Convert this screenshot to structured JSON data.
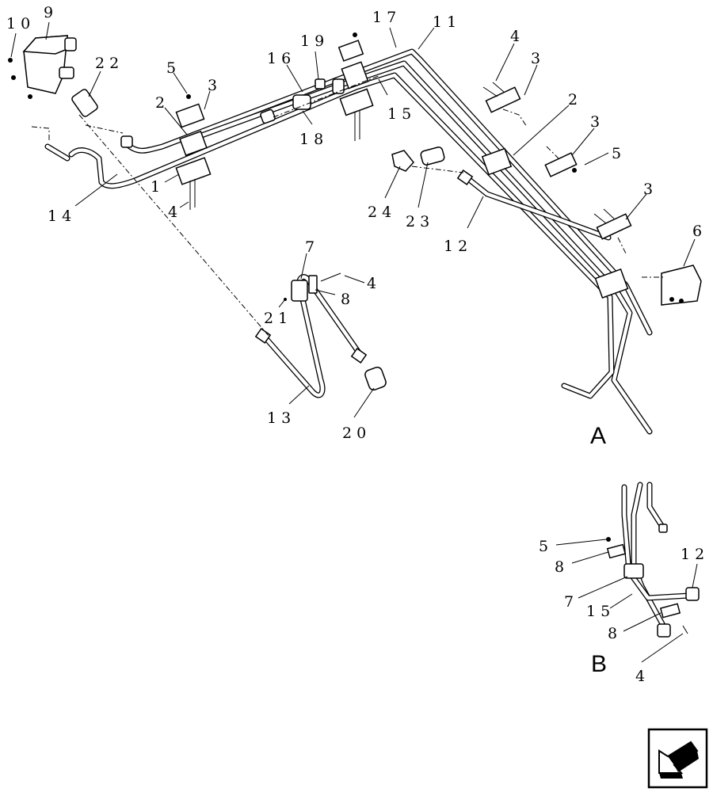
{
  "labels": {
    "p10": "10",
    "p9": "9",
    "p22": "22",
    "p5a": "5",
    "p3a": "3",
    "p2a": "2",
    "p16": "16",
    "p19": "19",
    "p17": "17",
    "p11": "11",
    "p4a": "4",
    "p3b": "3",
    "p15a": "15",
    "p18": "18",
    "p2b": "2",
    "p3c": "3",
    "p5b": "5",
    "p1": "1",
    "p4b": "4",
    "p14": "14",
    "p24": "24",
    "p23": "23",
    "p3d": "3",
    "p12a": "12",
    "p6": "6",
    "p7a": "7",
    "p4c": "4",
    "p8a": "8",
    "p21": "21",
    "p13": "13",
    "p20": "20",
    "p5c": "5",
    "p8b": "8",
    "p12b": "12",
    "p7b": "7",
    "p15b": "15",
    "p8c": "8",
    "p4d": "4"
  },
  "views": {
    "a": "A",
    "b": "B"
  },
  "icons": {
    "navigation": "back-arrow-icon"
  }
}
